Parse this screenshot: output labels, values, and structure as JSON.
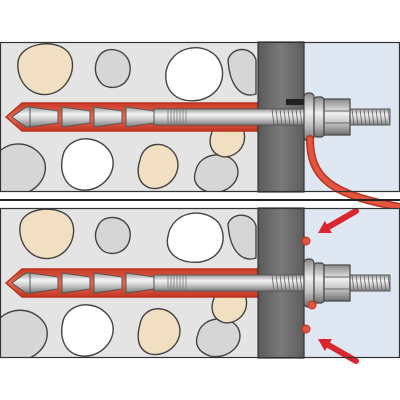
{
  "diagram": {
    "panels": [
      {
        "name": "top",
        "stage": "resin-injection"
      },
      {
        "name": "bottom",
        "stage": "resin-overflow-at-washer"
      }
    ],
    "components": [
      "concrete-base",
      "aggregate-stones",
      "steel-plate",
      "threaded-anchor-rod",
      "hex-nut",
      "washer",
      "injection-resin",
      "resin-tube",
      "overflow-arrows"
    ]
  },
  "colors": {
    "concrete": "#e4e4e4",
    "concrete_outline": "#444444",
    "stone_beige": "#f0dfc0",
    "stone_white": "#ffffff",
    "stone_grey": "#d6d6d6",
    "steel_plate": "#6e6e6e",
    "background_right": "#dfe7f3",
    "resin": "#e2553f",
    "resin_dark": "#b8321f",
    "rod_light": "#f2f2f2",
    "rod_mid": "#c4c4c4",
    "rod_dark": "#8b8b8b",
    "arrow": "#d9262f"
  }
}
